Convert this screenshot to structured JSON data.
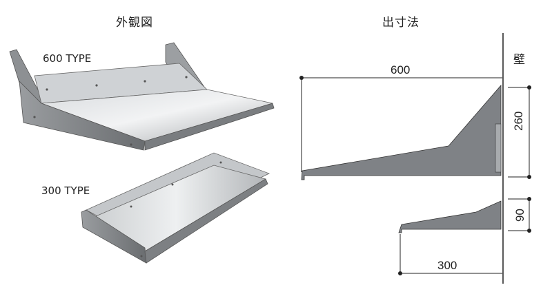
{
  "left_section": {
    "heading": "外観図"
  },
  "right_section": {
    "heading": "出寸法"
  },
  "products": [
    {
      "label": "600 TYPE"
    },
    {
      "label": "300 TYPE"
    }
  ],
  "dimensions": {
    "wall_label": "壁",
    "width_600": "600",
    "height_260": "260",
    "height_90": "90",
    "width_300": "300"
  },
  "colors": {
    "shelf_face": "#8e9093",
    "shelf_side": "#6e7174",
    "shelf_tray": "#bfc2c5",
    "shelf_highlight": "#e4e6e8",
    "profile_fill": "#7f8286",
    "line": "#222222"
  }
}
